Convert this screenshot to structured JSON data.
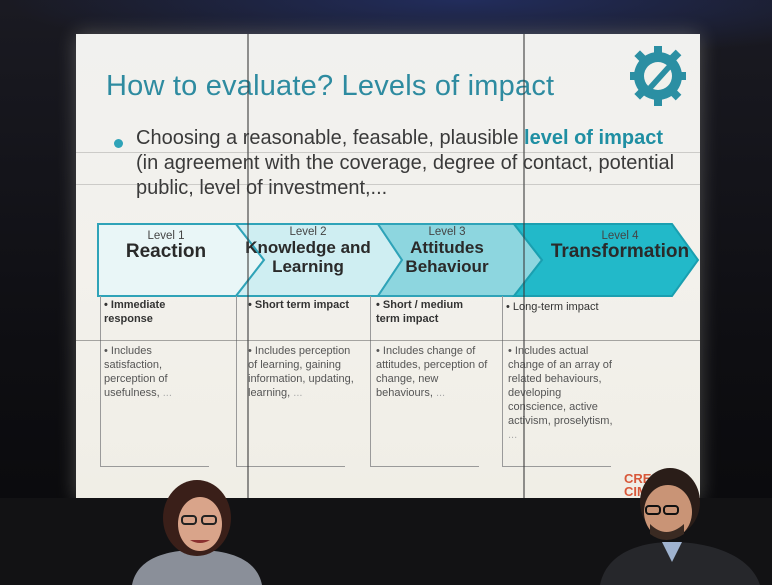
{
  "slide": {
    "title": "How to evaluate? Levels of impact",
    "bullet_plain_1": "Choosing a reasonable, feasable, plausible ",
    "bullet_bold": "level of impact",
    "bullet_plain_2": " (in agreement with the coverage, degree of contact, potential public, level of investment,...",
    "levels": [
      {
        "num": "Level 1",
        "name": "Reaction"
      },
      {
        "num": "Level 2",
        "name": "Knowledge and Learning"
      },
      {
        "num": "Level 3",
        "name": "Attitudes Behaviour"
      },
      {
        "num": "Level 4",
        "name": "Transformation"
      }
    ],
    "columns": [
      {
        "head": "• Immediate response",
        "body": "• Includes satisfaction, perception of usefulness,",
        "tail": "..."
      },
      {
        "head": "• Short term impact",
        "body": "• Includes perception of learning, gaining information, updating, learning,",
        "tail": "..."
      },
      {
        "head": "• Short / medium term impact",
        "body": "• Includes change of attitudes, perception of change, new behaviours,",
        "tail": "..."
      },
      {
        "head": "• Long-term impact",
        "body": "• Includes actual change of an array of related behaviours, developing conscience, active activism, proselytism,",
        "tail": "..."
      }
    ],
    "corner_logo_1": "CRE",
    "corner_logo_2": "CIM",
    "colors": {
      "accent": "#2fa3b8",
      "chevron_light": "#7fd0da",
      "chevron_dark": "#1fb3c4"
    }
  },
  "people": [
    {
      "name": "speaker-left",
      "description_color": "#4a2a22"
    },
    {
      "name": "speaker-right",
      "description_color": "#2a2a2e"
    }
  ]
}
